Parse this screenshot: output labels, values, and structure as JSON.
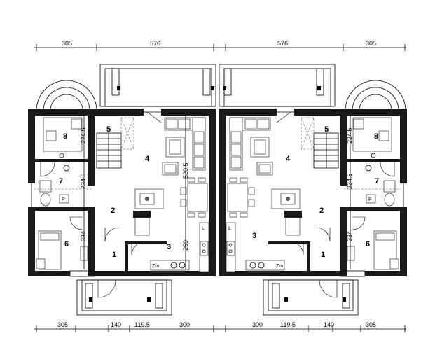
{
  "dimensions": {
    "top": [
      "305",
      "576",
      "576",
      "305"
    ],
    "bottom": [
      "305",
      "140",
      "119.5",
      "300",
      "300",
      "119.5",
      "140",
      "305"
    ],
    "vertical_left": [
      "224.5",
      "234.5",
      "334",
      "520.5",
      "259"
    ],
    "vertical_right": [
      "224.5",
      "234.5",
      "334"
    ]
  },
  "rooms_left": [
    "1",
    "2",
    "3",
    "4",
    "5",
    "6",
    "7",
    "8"
  ],
  "rooms_right": [
    "1",
    "2",
    "3",
    "4",
    "5",
    "6",
    "7",
    "8"
  ],
  "labels": {
    "zm": "Zm",
    "l": "L",
    "p": "P"
  }
}
